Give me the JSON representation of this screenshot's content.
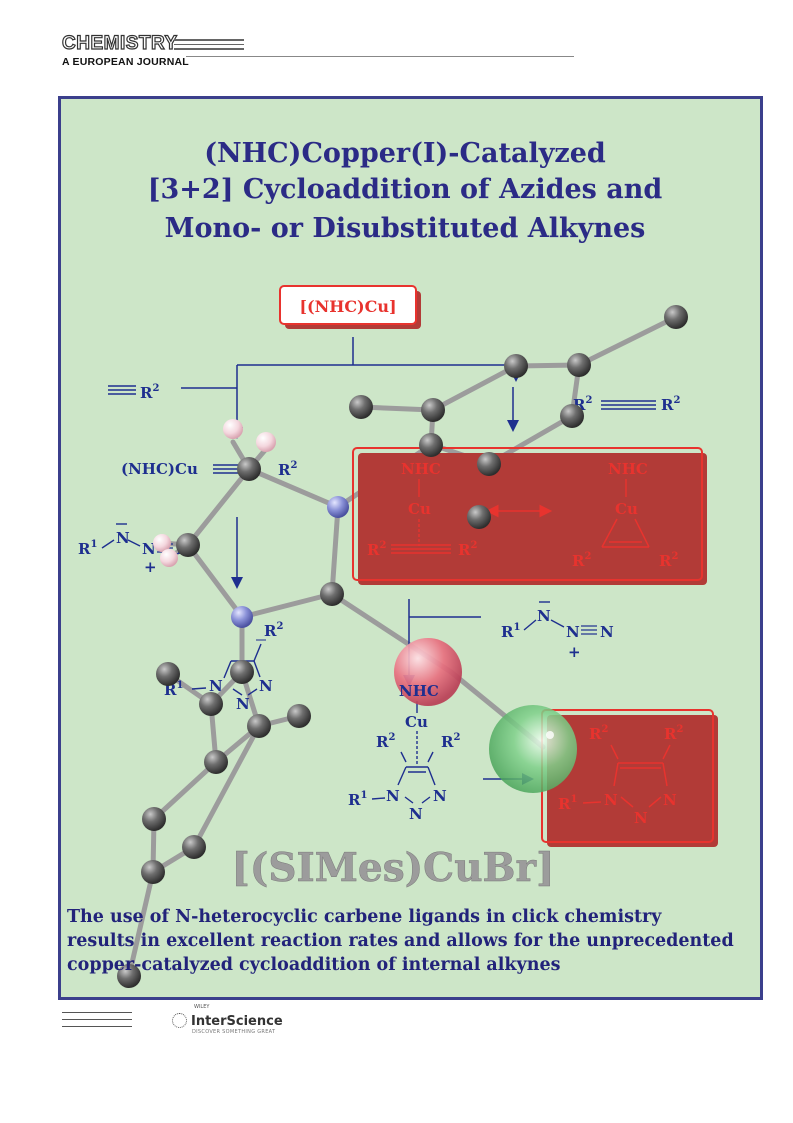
{
  "masthead": {
    "title": "CHEMISTRY",
    "subtitle": "A EUROPEAN JOURNAL"
  },
  "cover": {
    "title_lines": [
      "(NHC)Copper(I)-Catalyzed",
      "[3+2] Cycloaddition of Azides and",
      "Mono- or Disubstituted Alkynes"
    ],
    "catalyst_box": "[(NHC)Cu]",
    "compound_name": "[(SIMes)CuBr]",
    "caption_lines": [
      "The use of N-heterocyclic carbene ligands in click chemistry",
      "results in excellent reaction rates and allows for the unprecedented",
      "copper-catalyzed cycloaddition of internal alkynes"
    ],
    "labels": {
      "nhc": "NHC",
      "cu": "Cu",
      "nhc_cu": "(NHC)Cu",
      "r": "R",
      "sup1": "1",
      "sup2": "2",
      "n": "N",
      "plus": "+"
    }
  },
  "colors": {
    "background": "#cde6c8",
    "frame": "#3b3f8c",
    "title": "#2b2b86",
    "scheme_blue": "#1e2f8f",
    "scheme_red": "#e8332e",
    "atom_gray": "#555555",
    "atom_blue": "#7e86c9",
    "atom_pink": "#e3607a",
    "atom_green": "#6cc479"
  },
  "publisher": {
    "brand": "InterScience",
    "top": "WILEY",
    "tagline": "DISCOVER SOMETHING GREAT"
  }
}
